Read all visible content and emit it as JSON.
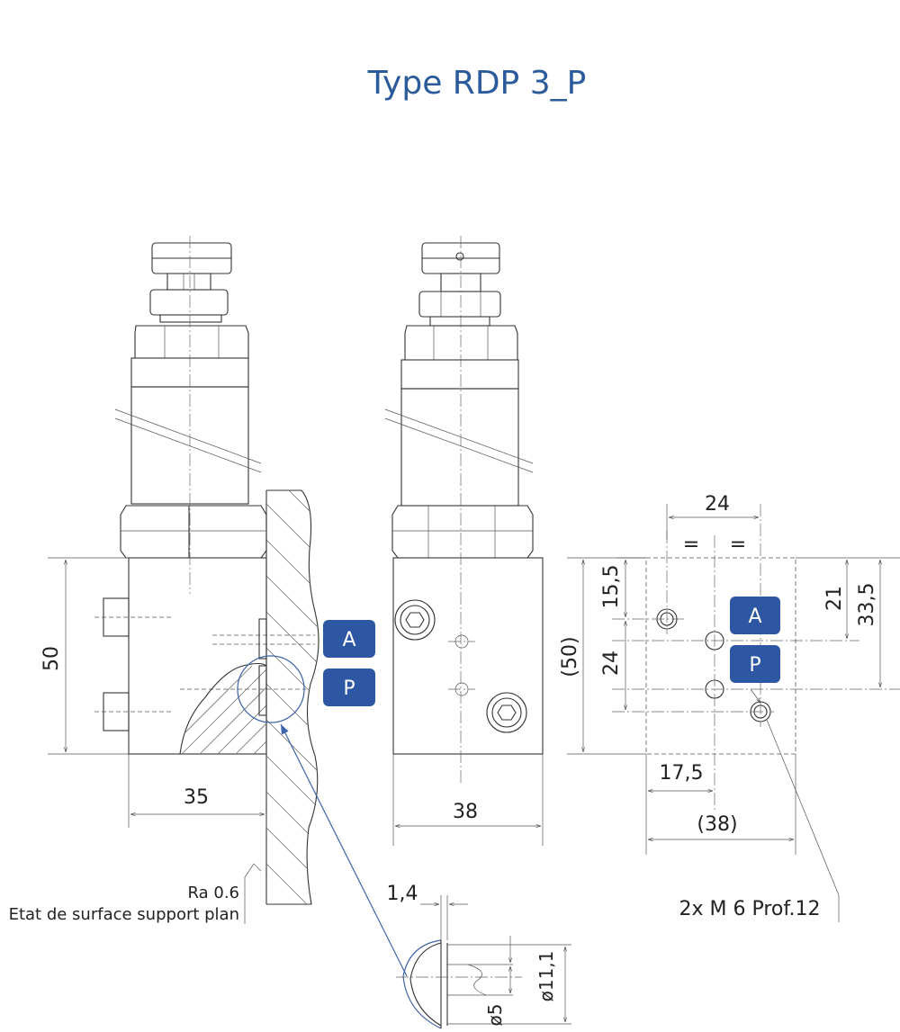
{
  "title": "Type RDP 3_P",
  "ports": {
    "a": "A",
    "p": "P"
  },
  "colors": {
    "title": "#2b5b9b",
    "badge": "#2e57a3",
    "leader": "#3d63a8"
  },
  "dimensions": {
    "left_height": "50",
    "left_width": "35",
    "mid_width": "38",
    "right_top_width": "24",
    "equal_mark": "=",
    "right_15_5": "15,5",
    "right_24": "24",
    "right_50": "(50)",
    "right_21": "21",
    "right_33_5": "33,5",
    "right_17_5": "17,5",
    "right_38": "(38)",
    "detail_1_4": "1,4",
    "detail_d11_1": "ø11,1",
    "detail_d5": "ø5"
  },
  "notes": {
    "roughness": "Ra 0.6",
    "surface": "Etat de surface support plan",
    "thread": "2x M 6  Prof.12"
  }
}
